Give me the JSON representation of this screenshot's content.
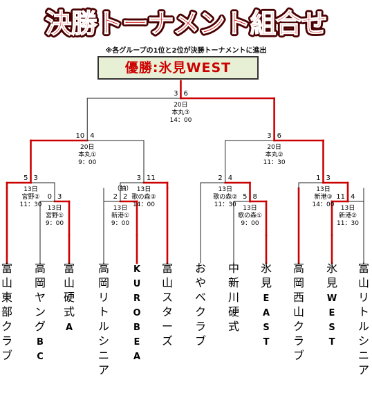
{
  "header": {
    "title": "決勝トーナメント組合せ",
    "subtitle": "※各グループの1位と2位が決勝トーナメントに進出",
    "winner": "優勝:氷見WEST"
  },
  "colors": {
    "red": "#cc0000",
    "black": "#222222",
    "winner_bg": "#e7f0d5"
  },
  "teams": [
    "富山東部クラブ",
    "高岡ヤングBC",
    "富山硬式A",
    "高岡リトルシニア",
    "KUROBE A",
    "富山スターズ",
    "おやベクラブ",
    "中新川硬式",
    "氷見EAST",
    "高岡西山クラブ",
    "氷見WEST",
    "富山リトルシニア"
  ],
  "matches": {
    "final": {
      "score_left": "3",
      "score_right": "6",
      "date": "20日",
      "venue": "本丸③",
      "time": "14：00"
    },
    "sf_left": {
      "score_left": "10",
      "score_right": "4",
      "date": "20日",
      "venue": "本丸①",
      "time": "9：00"
    },
    "sf_right": {
      "score_left": "3",
      "score_right": "6",
      "date": "20日",
      "venue": "本丸②",
      "time": "11：30"
    },
    "qf1": {
      "score_left": "5",
      "score_right": "3",
      "date": "13日",
      "venue": "宮野②",
      "time": "11：30"
    },
    "r1_1": {
      "score_left": "0",
      "score_right": "3",
      "date": "13日",
      "venue": "宮野①",
      "time": "9：00"
    },
    "qf2": {
      "score_left": "3",
      "score_right": "11",
      "date": "13日",
      "venue": "歌の森③",
      "time": "14：00"
    },
    "r1_2": {
      "score_left": "2",
      "score_right": "2",
      "date": "13日",
      "venue": "新港①",
      "time": "9：00",
      "note": "（抽）"
    },
    "qf3": {
      "score_left": "2",
      "score_right": "4",
      "date": "13日",
      "venue": "歌の森②",
      "time": "11：30"
    },
    "r1_3": {
      "score_left": "5",
      "score_right": "8",
      "date": "13日",
      "venue": "歌の森①",
      "time": "9：00"
    },
    "qf4": {
      "score_left": "1",
      "score_right": "3",
      "date": "13日",
      "venue": "新港③",
      "time": "14：00"
    },
    "r1_4": {
      "score_left": "11",
      "score_right": "4",
      "date": "13日",
      "venue": "新港②",
      "time": "11：30"
    }
  }
}
